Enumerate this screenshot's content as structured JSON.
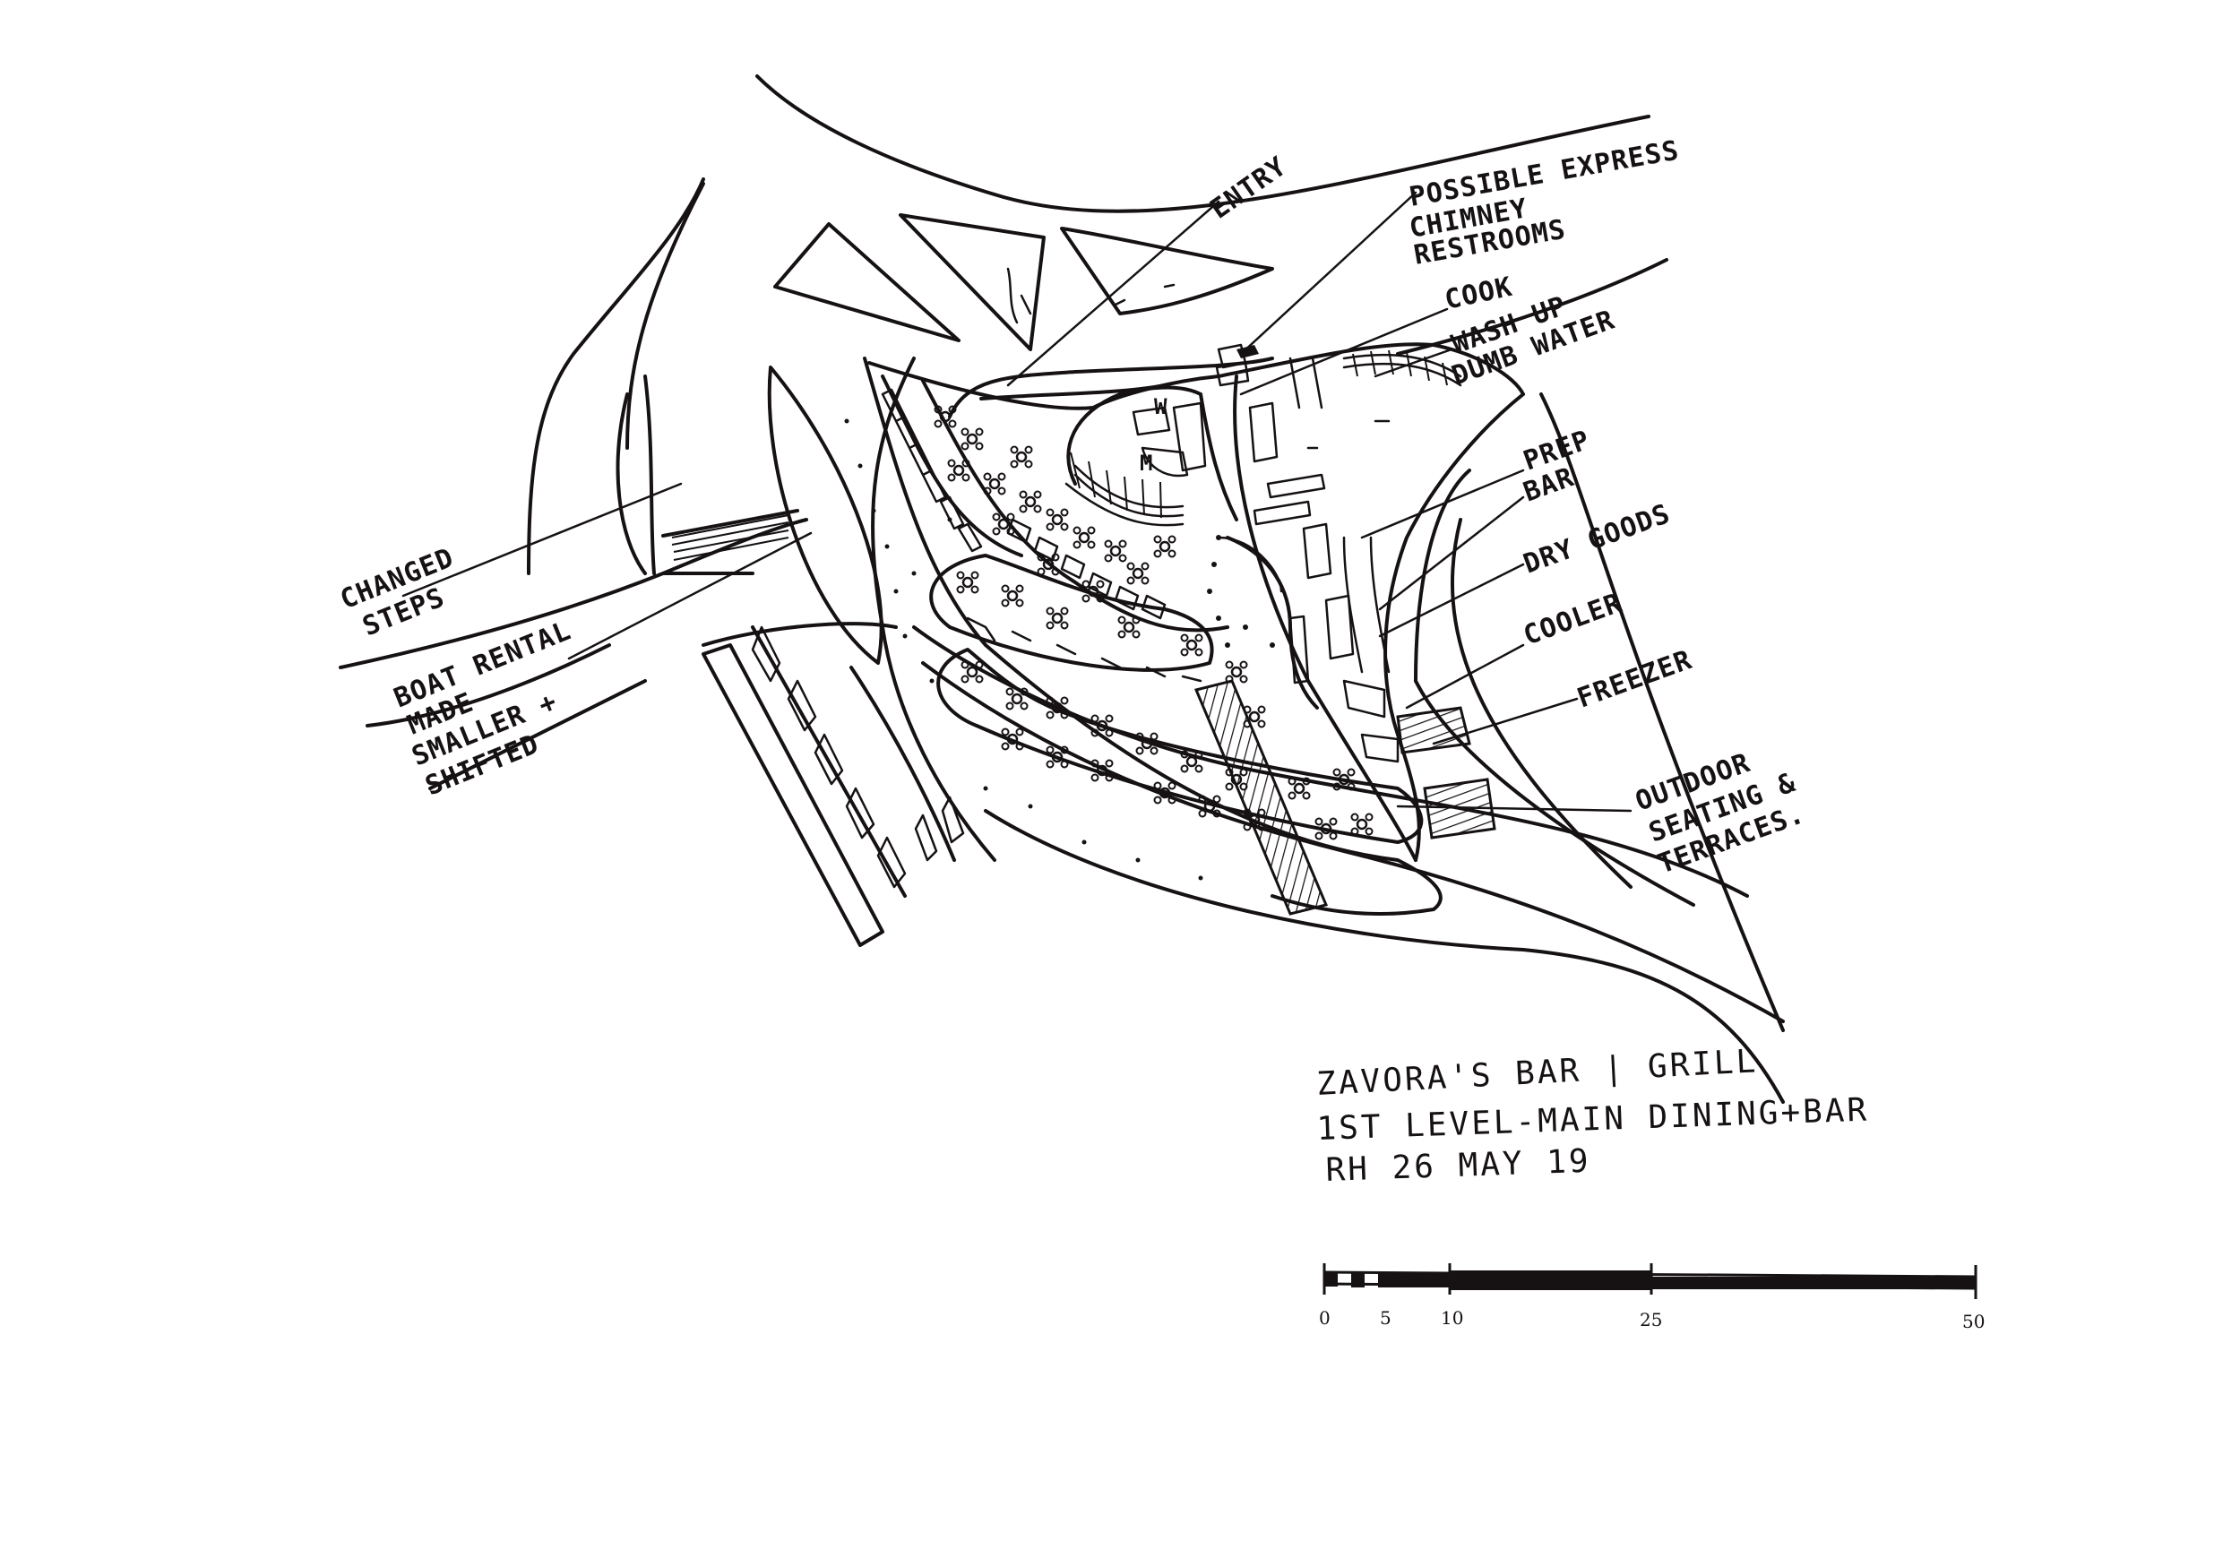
{
  "labels": {
    "entry": "ENTRY",
    "chimney_line1": "POSSIBLE EXPRESS",
    "chimney_line2": "CHIMNEY",
    "restrooms": "RESTROOMS",
    "cook": "COOK",
    "wash_up": "WASH UP",
    "dumb_water": "DUMB WATER",
    "prep": "PREP",
    "bar": "BAR",
    "dry_goods": "DRY GOODS",
    "cooler": "COOLER",
    "freezer": "FREEZER",
    "outdoor_line1": "OUTDOOR",
    "outdoor_line2": "SEATING &",
    "outdoor_line3": "TERRACES.",
    "changed_line1": "CHANGED",
    "changed_line2": "STEPS",
    "boat_line1": "BOAT RENTAL",
    "boat_line2": "MADE",
    "boat_line3": "SMALLER +",
    "boat_line4": "SHIFTED",
    "w": "W",
    "m": "M"
  },
  "title_block": {
    "line1": "ZAVORA'S BAR | GRILL",
    "line2": "1ST LEVEL-MAIN DINING+BAR",
    "line3": "RH 26 MAY 19"
  },
  "scale_bar": {
    "ticks": [
      "0",
      "5",
      "10",
      "25",
      "50"
    ],
    "tick_values": [
      0,
      5,
      10,
      25,
      50
    ]
  }
}
